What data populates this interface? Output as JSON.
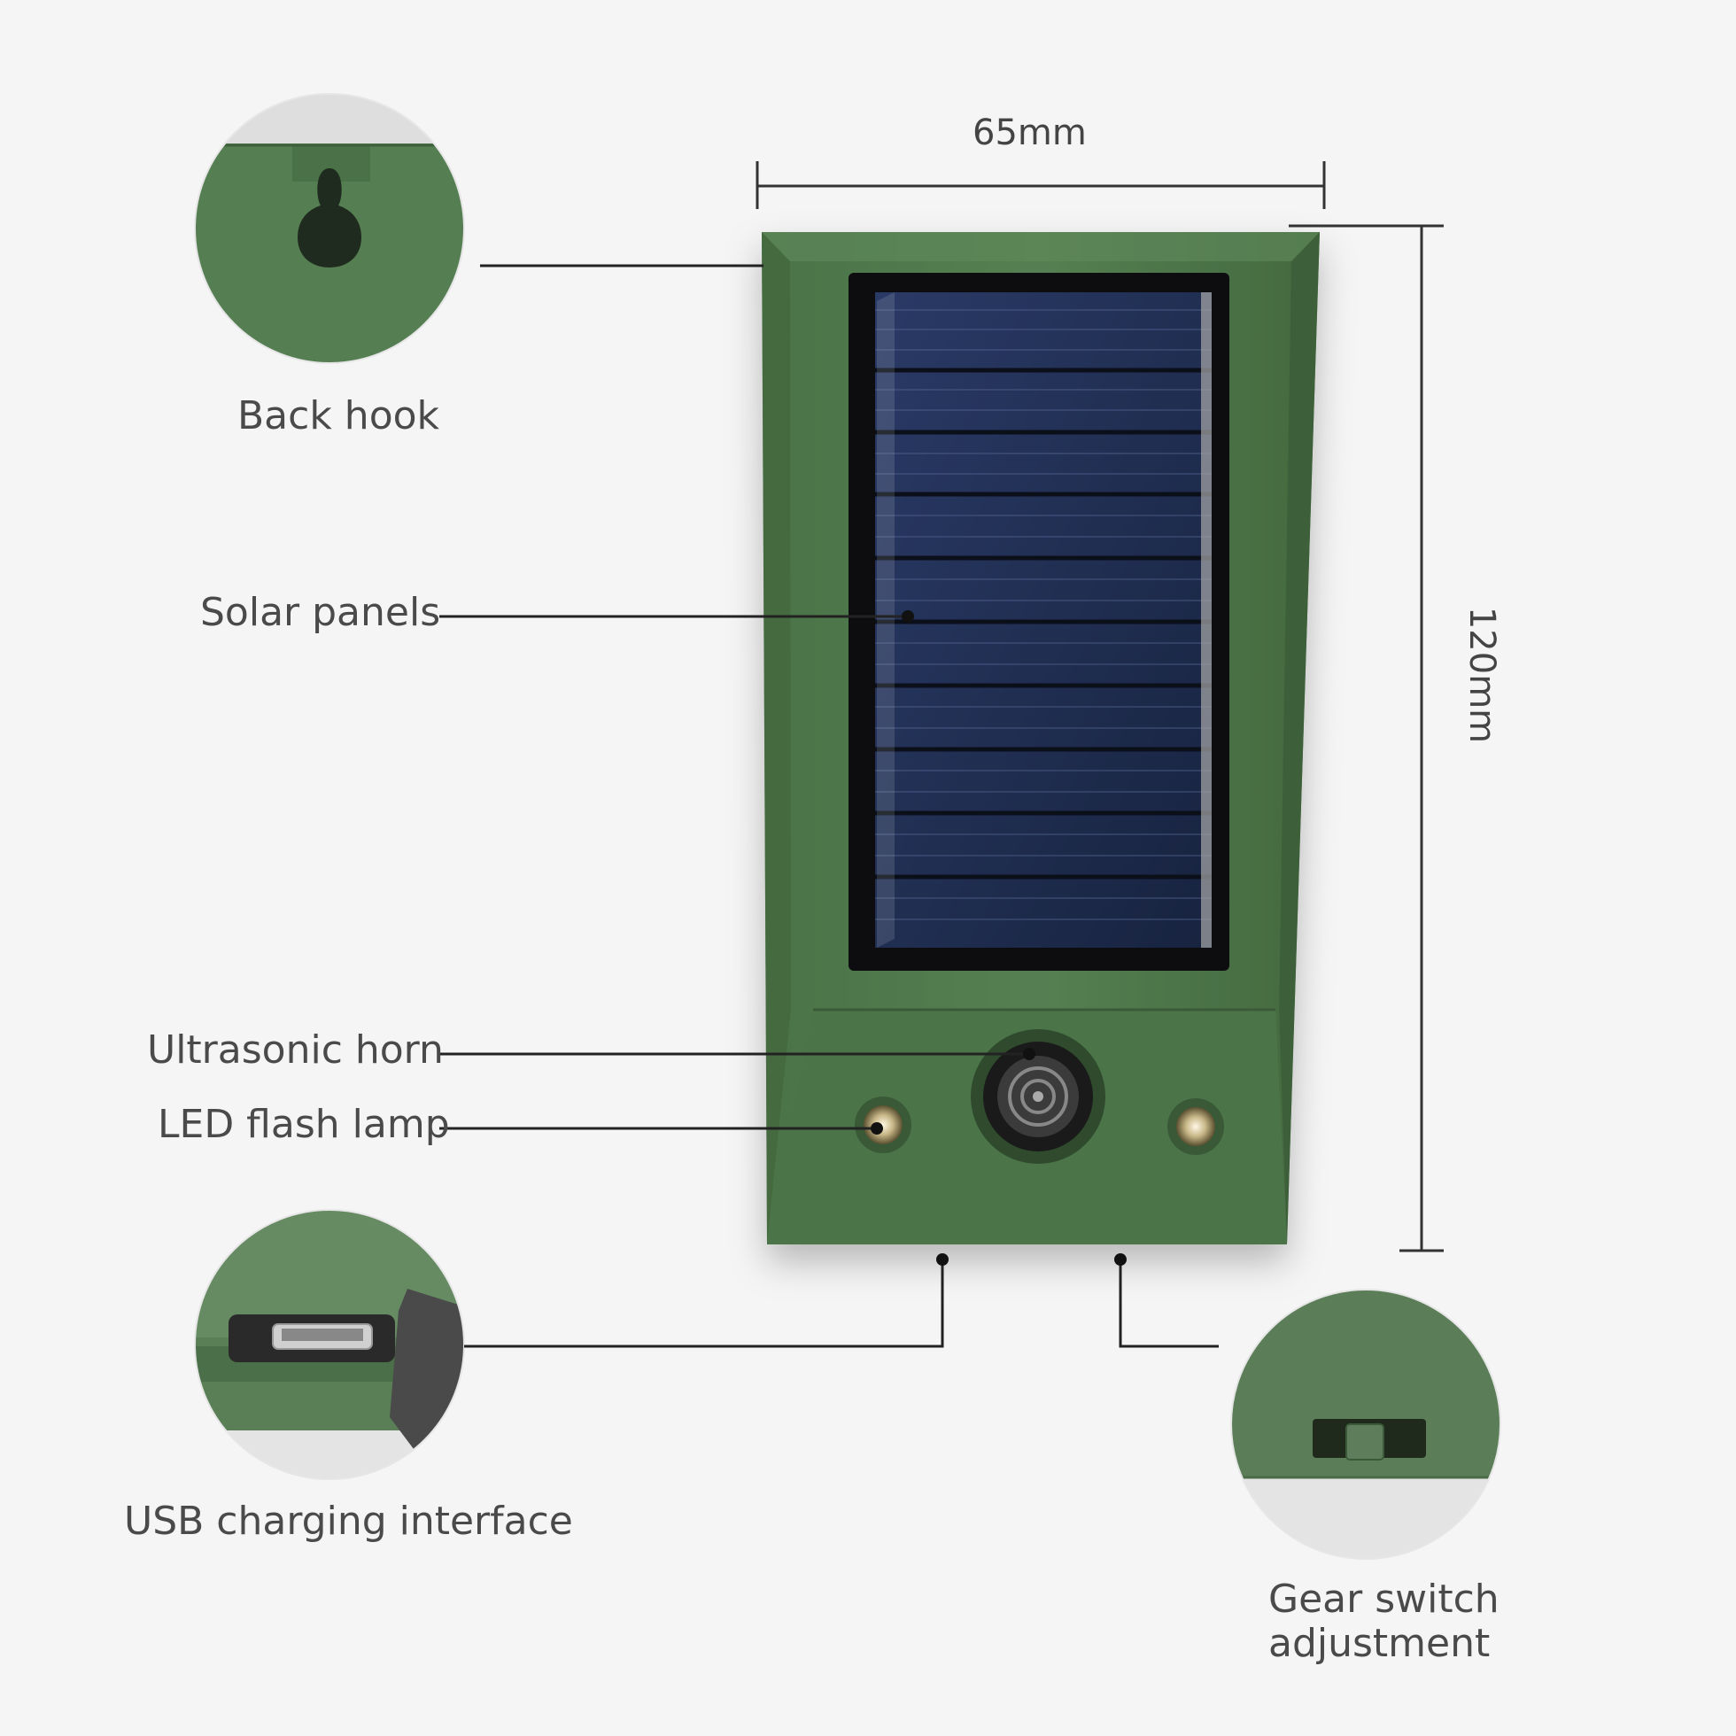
{
  "dimensions": {
    "width_label": "65mm",
    "height_label": "120mm"
  },
  "callouts": {
    "back_hook": "Back hook",
    "solar_panels": "Solar panels",
    "ultrasonic_horn": "Ultrasonic horn",
    "led_flash_lamp": "LED flash lamp",
    "usb_charging": "USB charging interface",
    "gear_switch_line1": "Gear switch",
    "gear_switch_line2": "adjustment"
  },
  "colors": {
    "background": "#f5f5f5",
    "housing_green": "#4f7a4c",
    "housing_dark": "#3f6640",
    "solar_blue": "#1d2c52",
    "leader_line": "#222222"
  }
}
